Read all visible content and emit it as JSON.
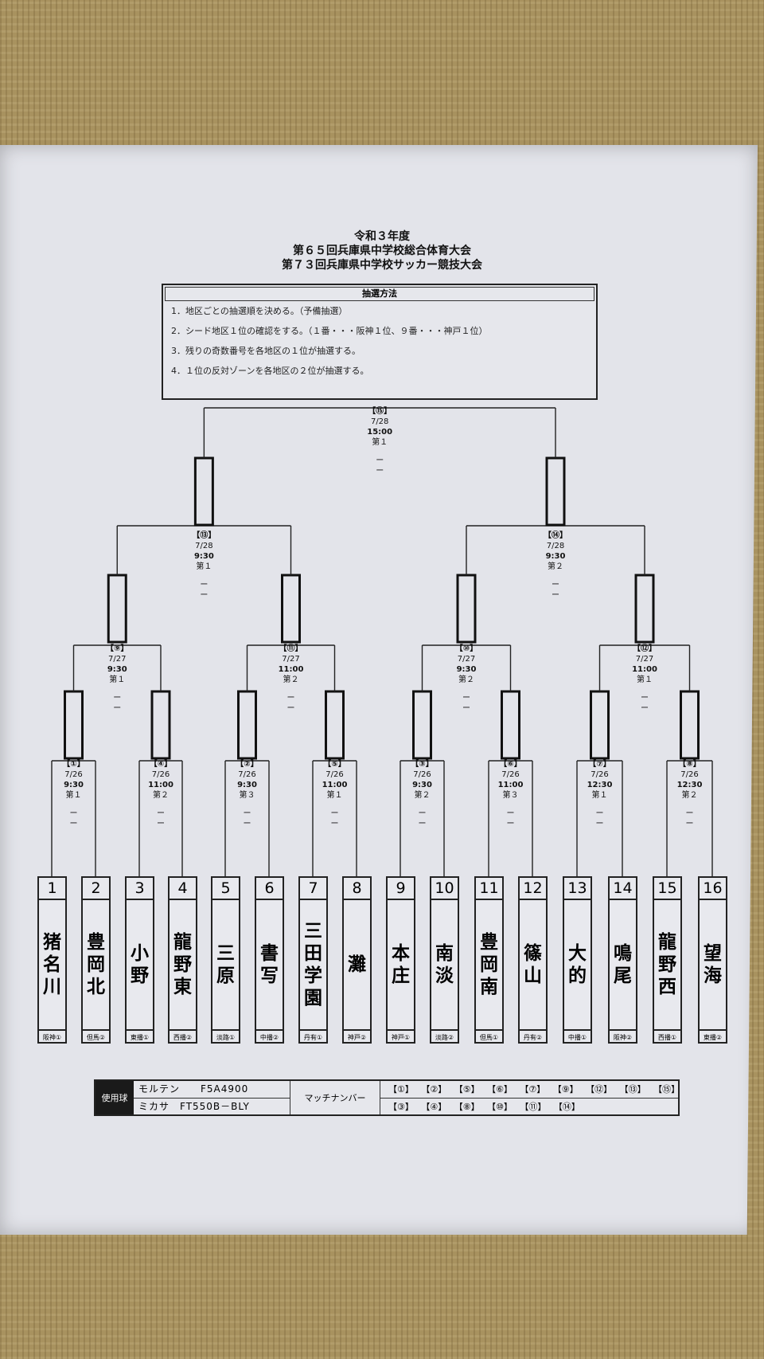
{
  "header": {
    "era": "令和３年度",
    "title1": "第６５回兵庫県中学校総合体育大会",
    "title2": "第７３回兵庫県中学校サッカー競技大会"
  },
  "method": {
    "heading": "抽選方法",
    "lines": [
      "1．地区ごとの抽選順を決める。（予備抽選）",
      "2．シード地区１位の確認をする。（１番・・・阪神１位、９番・・・神戸１位）",
      "3．残りの奇数番号を各地区の１位が抽選する。",
      "4．１位の反対ゾーンを各地区の２位が抽選する。"
    ]
  },
  "teams": [
    {
      "no": "1",
      "name": "猪名川",
      "district": "阪神①"
    },
    {
      "no": "2",
      "name": "豊岡北",
      "district": "但馬②"
    },
    {
      "no": "3",
      "name": "小野",
      "district": "東播①"
    },
    {
      "no": "4",
      "name": "龍野東",
      "district": "西播②"
    },
    {
      "no": "5",
      "name": "三原",
      "district": "淡路①"
    },
    {
      "no": "6",
      "name": "書写",
      "district": "中播②"
    },
    {
      "no": "7",
      "name": "三田学園",
      "district": "丹有①"
    },
    {
      "no": "8",
      "name": "灘",
      "district": "神戸②"
    },
    {
      "no": "9",
      "name": "本庄",
      "district": "神戸①"
    },
    {
      "no": "10",
      "name": "南淡",
      "district": "淡路②"
    },
    {
      "no": "11",
      "name": "豊岡南",
      "district": "但馬①"
    },
    {
      "no": "12",
      "name": "篠山",
      "district": "丹有②"
    },
    {
      "no": "13",
      "name": "大的",
      "district": "中播①"
    },
    {
      "no": "14",
      "name": "鳴尾",
      "district": "阪神②"
    },
    {
      "no": "15",
      "name": "龍野西",
      "district": "西播①"
    },
    {
      "no": "16",
      "name": "望海",
      "district": "東播②"
    }
  ],
  "matches": [
    {
      "label": "【①】",
      "date": "7/26",
      "time": "9:30",
      "field": "第１"
    },
    {
      "label": "【④】",
      "date": "7/26",
      "time": "11:00",
      "field": "第２"
    },
    {
      "label": "【②】",
      "date": "7/26",
      "time": "9:30",
      "field": "第３"
    },
    {
      "label": "【⑤】",
      "date": "7/26",
      "time": "11:00",
      "field": "第１"
    },
    {
      "label": "【③】",
      "date": "7/26",
      "time": "9:30",
      "field": "第２"
    },
    {
      "label": "【⑥】",
      "date": "7/26",
      "time": "11:00",
      "field": "第３"
    },
    {
      "label": "【⑦】",
      "date": "7/26",
      "time": "12:30",
      "field": "第１"
    },
    {
      "label": "【⑧】",
      "date": "7/26",
      "time": "12:30",
      "field": "第２"
    },
    {
      "label": "【⑨】",
      "date": "7/27",
      "time": "9:30",
      "field": "第１"
    },
    {
      "label": "【⑪】",
      "date": "7/27",
      "time": "11:00",
      "field": "第２"
    },
    {
      "label": "【⑩】",
      "date": "7/27",
      "time": "9:30",
      "field": "第２"
    },
    {
      "label": "【⑫】",
      "date": "7/27",
      "time": "11:00",
      "field": "第１"
    },
    {
      "label": "【⑬】",
      "date": "7/28",
      "time": "9:30",
      "field": "第１"
    },
    {
      "label": "【⑭】",
      "date": "7/28",
      "time": "9:30",
      "field": "第２"
    },
    {
      "label": "【⑮】",
      "date": "7/28",
      "time": "15:00",
      "field": "第１"
    }
  ],
  "score_mark": "ー",
  "ball": {
    "heading": "使用球",
    "brand1": "モルテン　　F5A4900",
    "brand2": "ミカサ　FT550B－BLY",
    "match_heading": "マッチナンバー",
    "row1": "【①】 【②】 【⑤】 【⑥】 【⑦】 【⑨】 【⑫】 【⑬】 【⑮】",
    "row2": "【③】 【④】 【⑧】 【⑩】 【⑪】 【⑭】"
  }
}
